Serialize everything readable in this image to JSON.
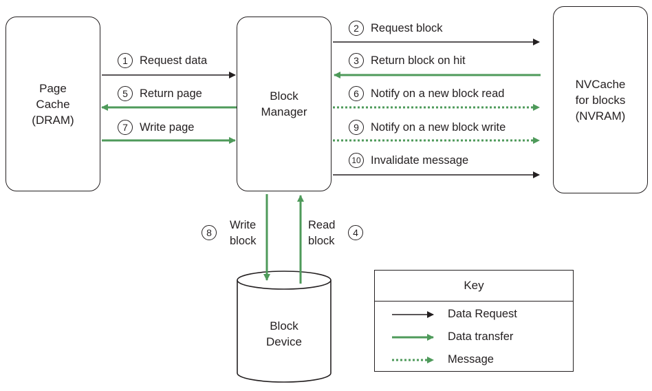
{
  "boxes": {
    "page_cache": [
      "Page",
      "Cache",
      "(DRAM)"
    ],
    "block_manager": [
      "Block",
      "Manager"
    ],
    "nvcache": [
      "NVCache",
      "for blocks",
      "(NVRAM)"
    ],
    "block_device": [
      "Block",
      "Device"
    ]
  },
  "flows": [
    {
      "num": "1",
      "label": "Request data",
      "kind": "request"
    },
    {
      "num": "5",
      "label": "Return page",
      "kind": "transfer"
    },
    {
      "num": "7",
      "label": "Write page",
      "kind": "transfer"
    },
    {
      "num": "2",
      "label": "Request block",
      "kind": "request"
    },
    {
      "num": "3",
      "label": "Return block on hit",
      "kind": "transfer"
    },
    {
      "num": "6",
      "label": "Notify on a new block read",
      "kind": "message"
    },
    {
      "num": "9",
      "label": "Notify on a new block write",
      "kind": "message"
    },
    {
      "num": "10",
      "label": "Invalidate message",
      "kind": "request"
    },
    {
      "num": "8",
      "label": [
        "Write",
        "block"
      ],
      "kind": "transfer"
    },
    {
      "num": "4",
      "label": [
        "Read",
        "block"
      ],
      "kind": "transfer"
    }
  ],
  "key": {
    "title": "Key",
    "items": [
      "Data Request",
      "Data transfer",
      "Message"
    ]
  },
  "colors": {
    "request": "#231f20",
    "transfer": "#4e9a5a",
    "message": "#4e9a5a",
    "outline": "#231f20"
  }
}
